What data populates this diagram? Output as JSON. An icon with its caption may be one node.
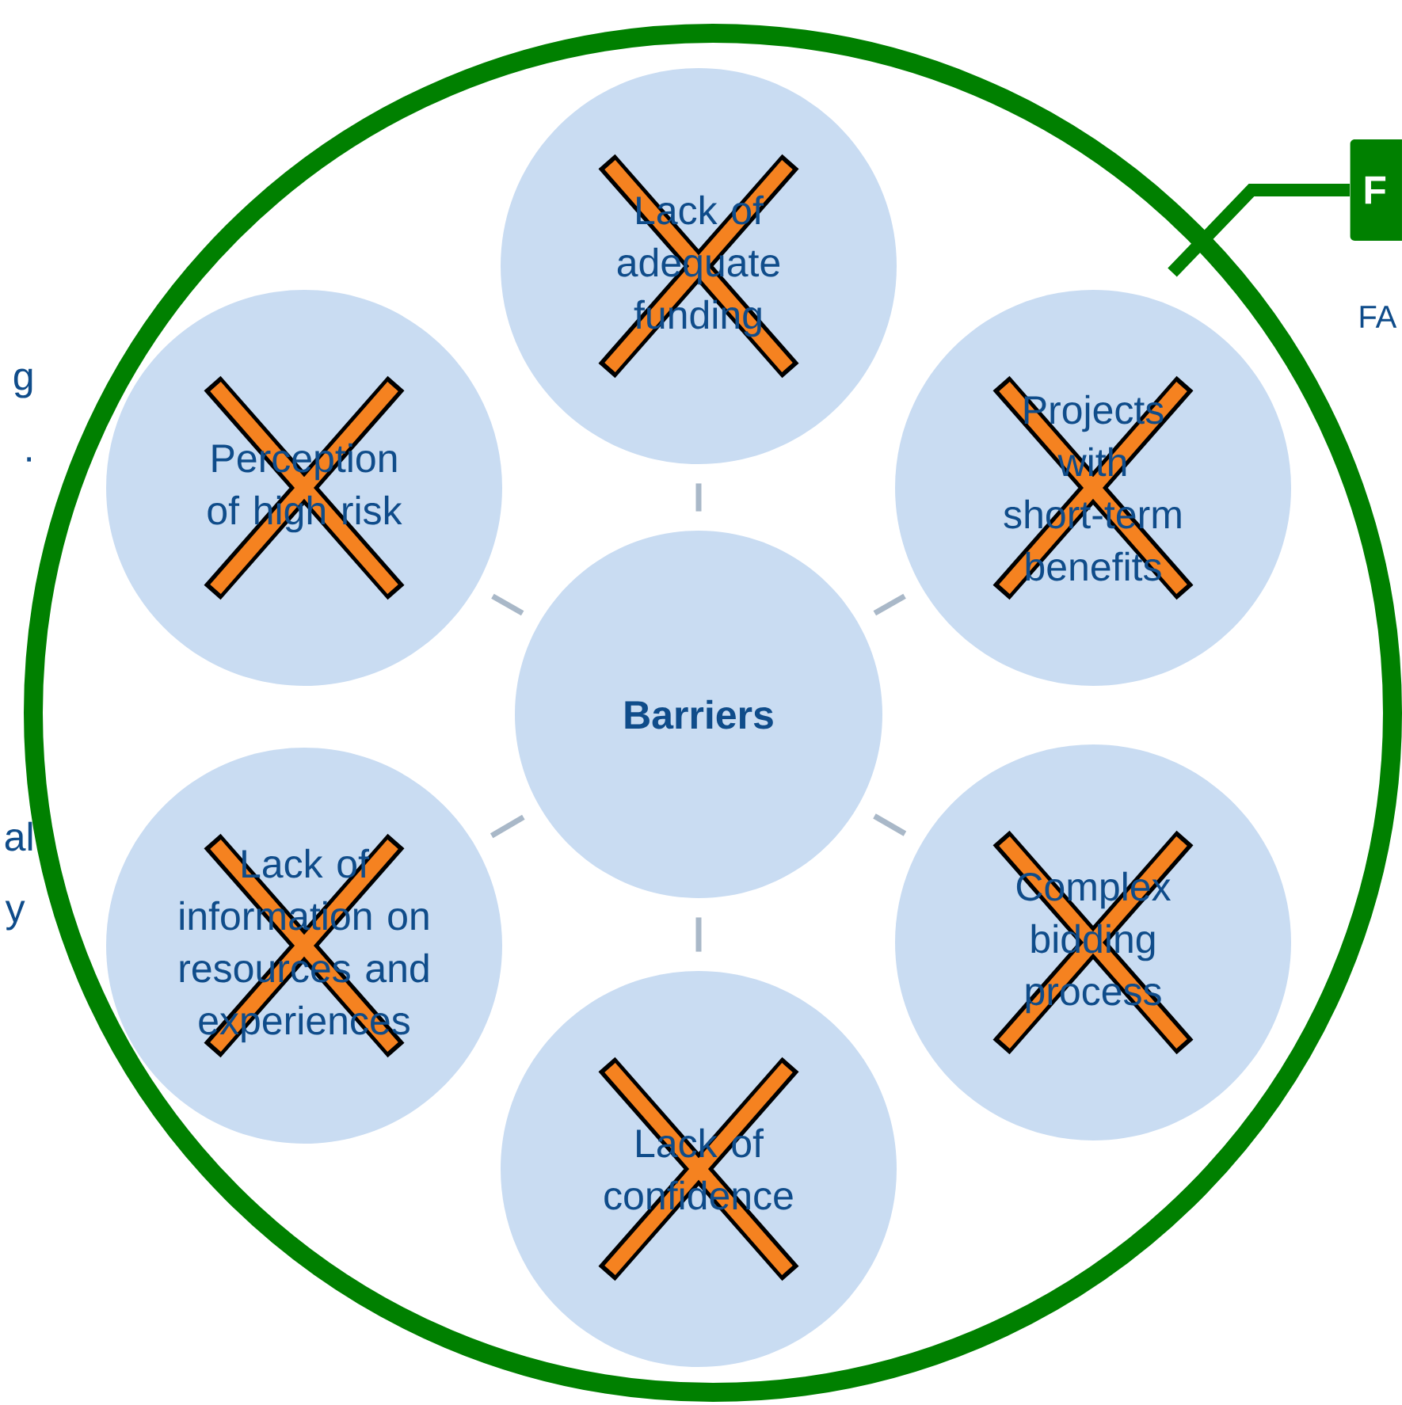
{
  "diagram": {
    "nodes": [
      {
        "text": [],
        "shape": "circle"
      },
      {
        "text": [
          "Lack of adequate funding"
        ],
        "in": 0
      },
      {
        "text": [
          "Perception of high risk"
        ],
        "in": 0
      },
      {
        "text": [
          "Projects with short-term benefits"
        ],
        "in": 0
      },
      {
        "text": [
          "Barriers"
        ],
        "in": 0
      },
      {
        "text": [
          "Lack of information on resources and experiences"
        ],
        "in": 0
      },
      {
        "text": [
          "Complex bidding process"
        ],
        "in": 0
      },
      {
        "text": [
          "Lack of confidence"
        ],
        "in": 0
      },
      {
        "text": [
          "F"
        ]
      }
    ],
    "edges": [
      {
        "from": 4,
        "to": 1,
        "arrow": "none"
      },
      {
        "from": 4,
        "to": 2,
        "arrow": "none"
      },
      {
        "from": 4,
        "to": 3,
        "arrow": "none"
      },
      {
        "from": 4,
        "to": 5,
        "arrow": "none"
      },
      {
        "from": 4,
        "to": 6,
        "arrow": "none"
      },
      {
        "from": 4,
        "to": 7,
        "arrow": "none"
      },
      {
        "from": 8,
        "to": 0,
        "arrow": "none",
        "style": "thick",
        "color": "#008000"
      }
    ],
    "labels": [
      "g",
      ".",
      "al",
      "y",
      "FA"
    ]
  }
}
